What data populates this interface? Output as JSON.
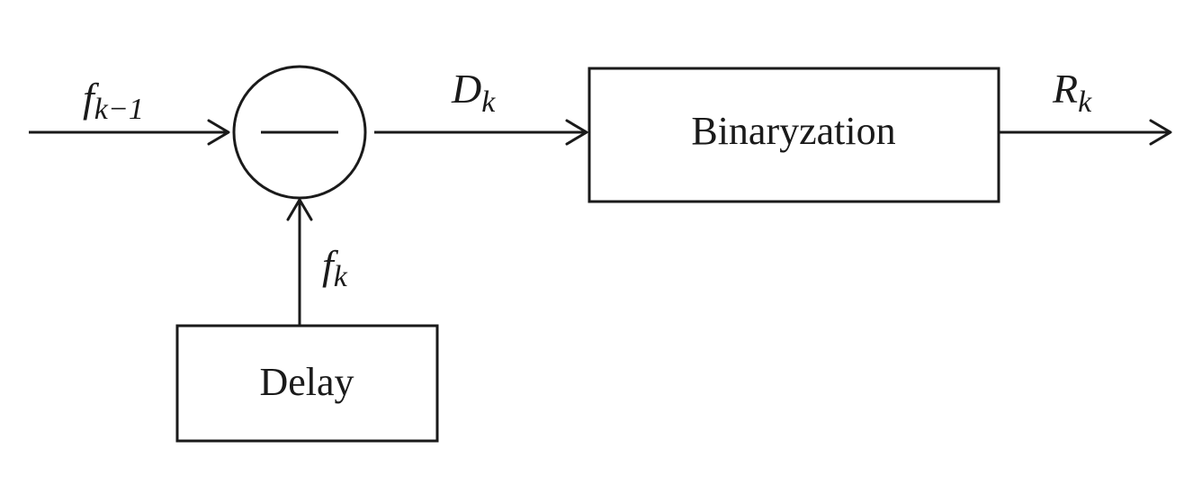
{
  "diagram": {
    "input": {
      "base": "f",
      "subscript": "k−1"
    },
    "subtractor": {
      "symbol": "—"
    },
    "difference": {
      "base": "D",
      "subscript": "k"
    },
    "binarization": {
      "label": "Binaryzation"
    },
    "output": {
      "base": "R",
      "subscript": "k"
    },
    "feedback": {
      "base": "f",
      "subscript": "k"
    },
    "delay": {
      "label": "Delay"
    }
  }
}
